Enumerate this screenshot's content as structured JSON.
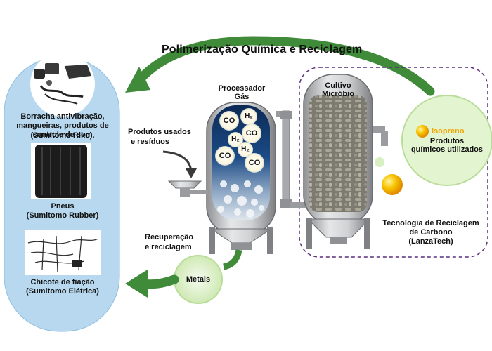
{
  "title": "Polimerização Química e Reciclagem",
  "left_panel": {
    "item1_label": "Borracha antivibração, mangueiras, produtos de controle de som",
    "item1_company": "(Sumitomo Riko).",
    "item2_label": "Pneus",
    "item2_company": "(Sumitomo Rubber)",
    "item3_label": "Chicote de fiação",
    "item3_company": "(Sumitomo Elétrica)"
  },
  "inputs": {
    "line1": "Produtos usados",
    "line2": "e resíduos"
  },
  "gas_processor": {
    "label_line1": "Processador",
    "label_line2": "Gás",
    "molecules": [
      "H₂",
      "CO",
      "CO",
      "H₂",
      "CO",
      "H₂",
      "CO"
    ]
  },
  "microbe_culture": {
    "label_line1": "Cultivo",
    "label_line2": "Micróbio"
  },
  "right_products": {
    "isoprene": "Isopreno",
    "line1": "Produtos",
    "line2": "químicos utilizados"
  },
  "technology": {
    "line1": "Tecnologia de Reciclagem",
    "line2": "de Carbono",
    "line3": "(LanzaTech)"
  },
  "recovery": {
    "line1": "Recuperação",
    "line2": "e reciclagem"
  },
  "metals": "Metais",
  "colors": {
    "panel_blue": "#b7d8ef",
    "arrow_green": "#3f8b3a",
    "product_circle": "#e3f4d0",
    "isoprene_orange": "#f0a500",
    "dashed_border": "#5a2d7c"
  }
}
